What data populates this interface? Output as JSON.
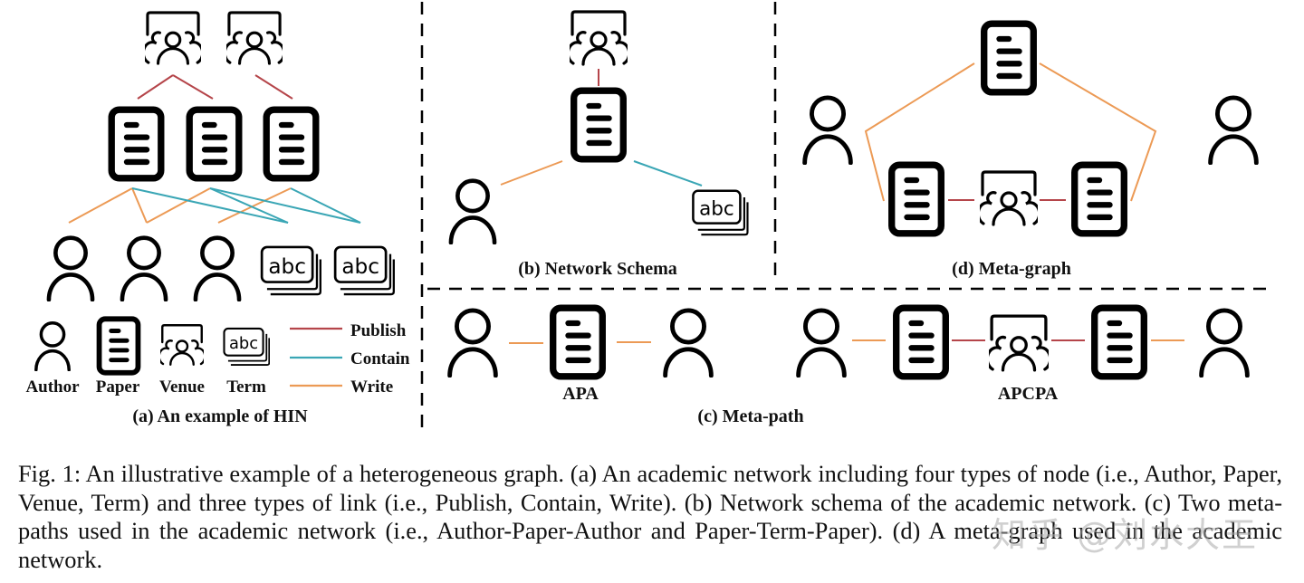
{
  "figure": {
    "panels": {
      "a": {
        "title": "(a) An example of HIN",
        "legend_nodes": [
          {
            "icon": "author-icon",
            "label": "Author"
          },
          {
            "icon": "paper-icon",
            "label": "Paper"
          },
          {
            "icon": "venue-icon",
            "label": "Venue"
          },
          {
            "icon": "term-icon",
            "label": "Term"
          }
        ],
        "legend_links": [
          {
            "label": "Publish",
            "color": "#b5454a"
          },
          {
            "label": "Contain",
            "color": "#3aa6b5"
          },
          {
            "label": "Write",
            "color": "#ec9a55"
          }
        ],
        "term_text": "abc"
      },
      "b": {
        "title": "(b) Network Schema"
      },
      "c": {
        "title": "(c) Meta-path",
        "paths": [
          "APA",
          "APCPA"
        ]
      },
      "d": {
        "title": "(d) Meta-graph"
      }
    },
    "colors": {
      "publish": "#b5454a",
      "contain": "#3aa6b5",
      "write": "#ec9a55"
    }
  },
  "caption": "Fig. 1: An illustrative example of a heterogeneous graph. (a) An academic network including four types of node (i.e., Author, Paper, Venue, Term) and three types of link (i.e., Publish, Contain, Write). (b) Network schema of the academic network. (c) Two meta-paths used in the academic network (i.e., Author-Paper-Author and Paper-Term-Paper). (d) A meta-graph used in the academic network.",
  "watermark": "知乎 @刘水大王"
}
